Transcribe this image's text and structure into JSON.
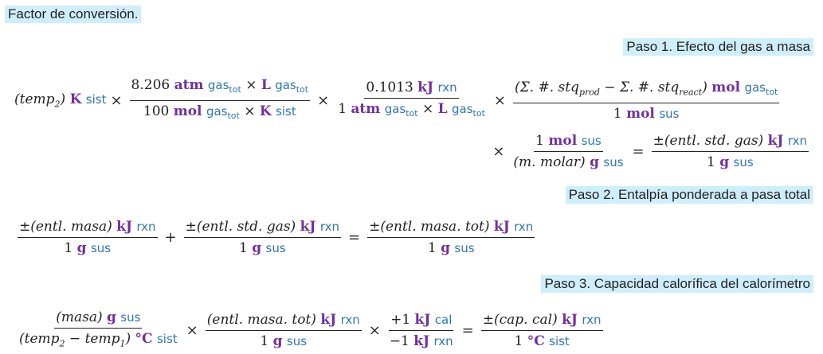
{
  "title": "Factor de conversión.",
  "paso1": {
    "heading": "Paso 1. Efecto del gas a masa",
    "line1": {
      "t1_var": "(temp",
      "t1_sub": "2",
      "t1_close": ")",
      "t1_unit": "K",
      "t1_label": "sist",
      "f1_num_value": "8.206",
      "f1_num_unit1": "atm",
      "f1_num_label1": "gas",
      "f1_num_sub1": "tot",
      "f1_num_unit2": "L",
      "f1_num_label2": "gas",
      "f1_num_sub2": "tot",
      "f1_den_value": "100",
      "f1_den_unit1": "mol",
      "f1_den_label1": "gas",
      "f1_den_sub1": "tot",
      "f1_den_unit2": "K",
      "f1_den_label2": "sist",
      "f2_num_value": "0.1013",
      "f2_num_unit": "kJ",
      "f2_num_label": "rxn",
      "f2_den_value": "1",
      "f2_den_unit1": "atm",
      "f2_den_label1": "gas",
      "f2_den_sub1": "tot",
      "f2_den_unit2": "L",
      "f2_den_label2": "gas",
      "f2_den_sub2": "tot",
      "f3_num_var1": "(Σ. #. stq",
      "f3_num_sub1": "prod",
      "f3_num_minus": " − Σ. #. stq",
      "f3_num_sub2": "react",
      "f3_num_close": ")",
      "f3_num_unit": "mol",
      "f3_num_label": "gas",
      "f3_num_sub3": "tot",
      "f3_den_value": "1",
      "f3_den_unit": "mol",
      "f3_den_label": "sus"
    },
    "line2": {
      "f4_num_value": "1",
      "f4_num_unit": "mol",
      "f4_num_label": "sus",
      "f4_den_var": "(m. molar)",
      "f4_den_unit": "g",
      "f4_den_label": "sus",
      "f5_num_var": "±(entl. std. gas)",
      "f5_num_unit": "kJ",
      "f5_num_label": "rxn",
      "f5_den_value": "1",
      "f5_den_unit": "g",
      "f5_den_label": "sus"
    }
  },
  "paso2": {
    "heading": "Paso 2. Entalpía ponderada a pasa total",
    "f1_num_var": "±(entl. masa)",
    "f1_num_unit": "kJ",
    "f1_num_label": "rxn",
    "f1_den_value": "1",
    "f1_den_unit": "g",
    "f1_den_label": "sus",
    "f2_num_var": "±(entl. std. gas)",
    "f2_num_unit": "kJ",
    "f2_num_label": "rxn",
    "f2_den_value": "1",
    "f2_den_unit": "g",
    "f2_den_label": "sus",
    "f3_num_var": "±(entl. masa. tot)",
    "f3_num_unit": "kJ",
    "f3_num_label": "rxn",
    "f3_den_value": "1",
    "f3_den_unit": "g",
    "f3_den_label": "sus"
  },
  "paso3": {
    "heading": "Paso 3. Capacidad calorífica del calorímetro",
    "f1_num_var": "(masa)",
    "f1_num_unit": "g",
    "f1_num_label": "sus",
    "f1_den_var": "(temp",
    "f1_den_sub1": "2",
    "f1_den_minus": " − temp",
    "f1_den_sub2": "1",
    "f1_den_close": ")",
    "f1_den_unit": "°C",
    "f1_den_label": "sist",
    "f2_num_var": "(entl. masa. tot)",
    "f2_num_unit": "kJ",
    "f2_num_label": "rxn",
    "f2_den_value": "1",
    "f2_den_unit": "g",
    "f2_den_label": "sus",
    "f3_num_value": "+1",
    "f3_num_unit": "kJ",
    "f3_num_label": "cal",
    "f3_den_value": "−1",
    "f3_den_unit": "kJ",
    "f3_den_label": "rxn",
    "f4_num_var": "±(cap. cal)",
    "f4_num_unit": "kJ",
    "f4_num_label": "rxn",
    "f4_den_value": "1",
    "f4_den_unit": "°C",
    "f4_den_label": "sist"
  },
  "operators": {
    "times": "×",
    "equals": "=",
    "plus": "+"
  },
  "colors": {
    "highlight": "#cfeefb",
    "unit": "#7030a0",
    "label": "#2e75b6",
    "text": "#222222"
  }
}
